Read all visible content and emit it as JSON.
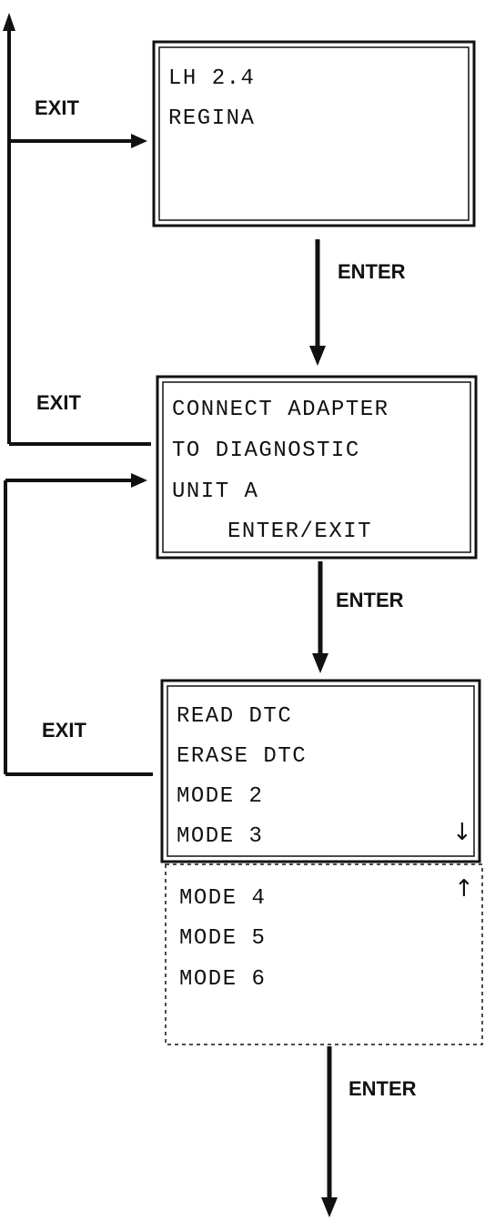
{
  "labels": {
    "exit_1": "EXIT",
    "exit_2": "EXIT",
    "exit_3": "EXIT",
    "enter_1": "ENTER",
    "enter_2": "ENTER",
    "enter_3": "ENTER"
  },
  "screen1": {
    "line1": "LH 2.4",
    "line2": "REGINA"
  },
  "screen2": {
    "line1": "CONNECT ADAPTER",
    "line2": "TO DIAGNOSTIC",
    "line3": "UNIT A",
    "line4": "ENTER/EXIT"
  },
  "screen3": {
    "line1": "READ DTC",
    "line2": "ERASE DTC",
    "line3": "MODE 2",
    "line4": "MODE 3",
    "scroll_down": "↓"
  },
  "screen4": {
    "line1": "MODE 4",
    "line2": "MODE 5",
    "line3": "MODE 6",
    "scroll_up": "↑"
  }
}
